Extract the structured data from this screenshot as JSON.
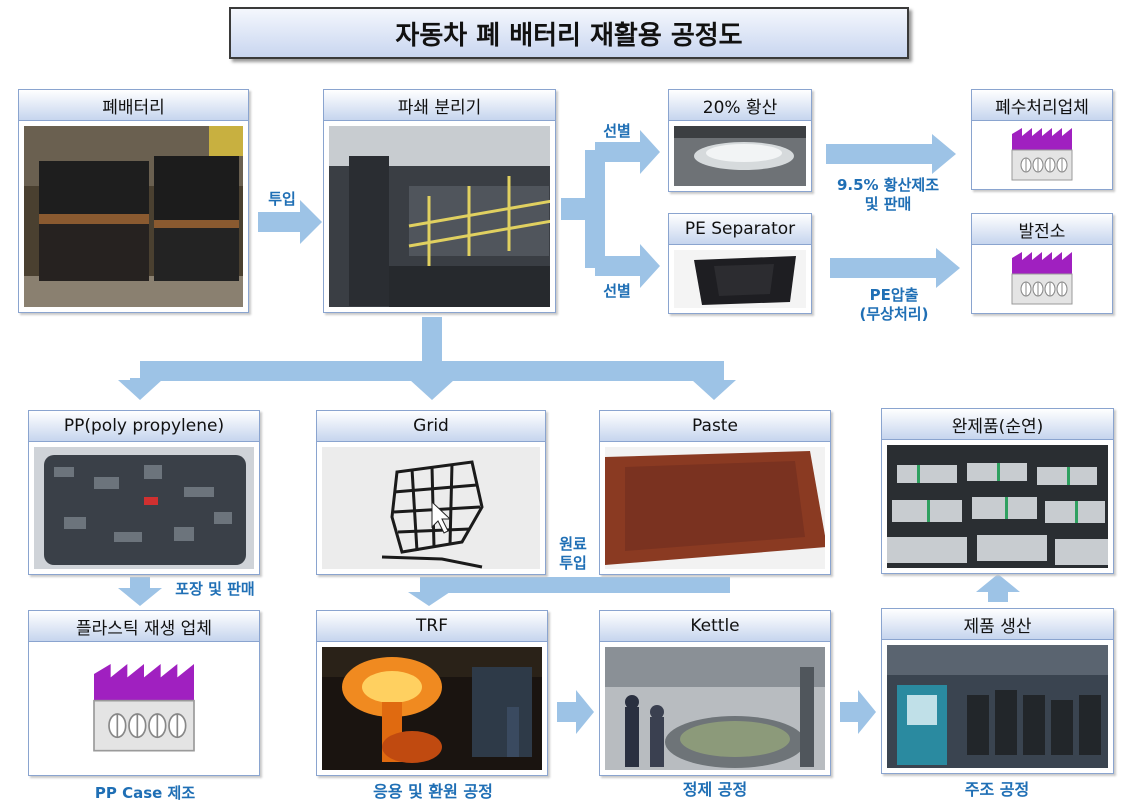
{
  "title": "자동차 폐 배터리 재활용 공정도",
  "colors": {
    "flow": "#9dc3e6",
    "label": "#1f6fb5",
    "factory_roof": "#a020c0",
    "node_border": "#8aa4cf"
  },
  "nodes": {
    "waste_battery": "폐배터리",
    "crusher": "파쇄 분리기",
    "sulfuric_acid": "20% 황산",
    "pe_separator": "PE Separator",
    "wastewater": "폐수처리업체",
    "power_plant": "발전소",
    "pp": "PP(poly propylene)",
    "grid": "Grid",
    "paste": "Paste",
    "finished": "완제품(순연)",
    "plastic_recycler": "플라스틱 재생 업체",
    "trf": "TRF",
    "kettle": "Kettle",
    "production": "제품 생산"
  },
  "labels": {
    "input": "투입",
    "sort_top": "선별",
    "sort_bottom": "선별",
    "acid_line1": "9.5% 황산제조",
    "acid_line2": "및 판매",
    "pe_line1": "PE압출",
    "pe_line2": "(무상처리)",
    "pack_sell": "포장 및 판매",
    "raw_line1": "원료",
    "raw_line2": "투입",
    "pp_case": "PP Case 제조",
    "smelt": "응용 및 환원 공정",
    "refine": "정제 공정",
    "cast": "주조 공정"
  },
  "icons": {
    "factory": "factory-icon",
    "arrow": "arrow-right-icon"
  }
}
